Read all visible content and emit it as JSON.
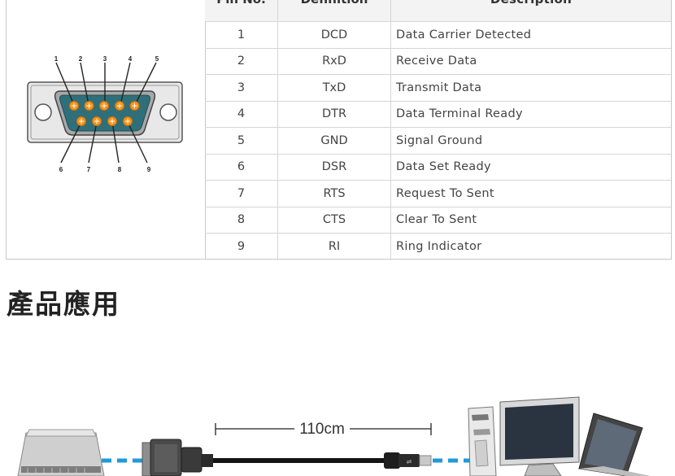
{
  "pin_table": {
    "headers": [
      "Pin No.",
      "Definition",
      "Description"
    ],
    "rows": [
      {
        "pin": "1",
        "definition": "DCD",
        "description": "Data Carrier Detected"
      },
      {
        "pin": "2",
        "definition": "RxD",
        "description": "Receive Data"
      },
      {
        "pin": "3",
        "definition": "TxD",
        "description": "Transmit Data"
      },
      {
        "pin": "4",
        "definition": "DTR",
        "description": "Data Terminal Ready"
      },
      {
        "pin": "5",
        "definition": "GND",
        "description": "Signal Ground"
      },
      {
        "pin": "6",
        "definition": "DSR",
        "description": "Data Set Ready"
      },
      {
        "pin": "7",
        "definition": "RTS",
        "description": "Request To Sent"
      },
      {
        "pin": "8",
        "definition": "CTS",
        "description": "Clear To Sent"
      },
      {
        "pin": "9",
        "definition": "RI",
        "description": "Ring Indicator"
      }
    ]
  },
  "connector_diagram": {
    "top_pin_labels": [
      "1",
      "2",
      "3",
      "4",
      "5"
    ],
    "bottom_pin_labels": [
      "6",
      "7",
      "8",
      "9"
    ]
  },
  "section": {
    "title": "產品應用"
  },
  "application": {
    "cable_length": "110cm"
  },
  "colors": {
    "border": "#c8c8c8",
    "header_bg": "#f3f3f3",
    "pin_orange": "#f7941d",
    "connector_teal": "#2f6f7a",
    "dash_blue": "#1f9bd7"
  }
}
